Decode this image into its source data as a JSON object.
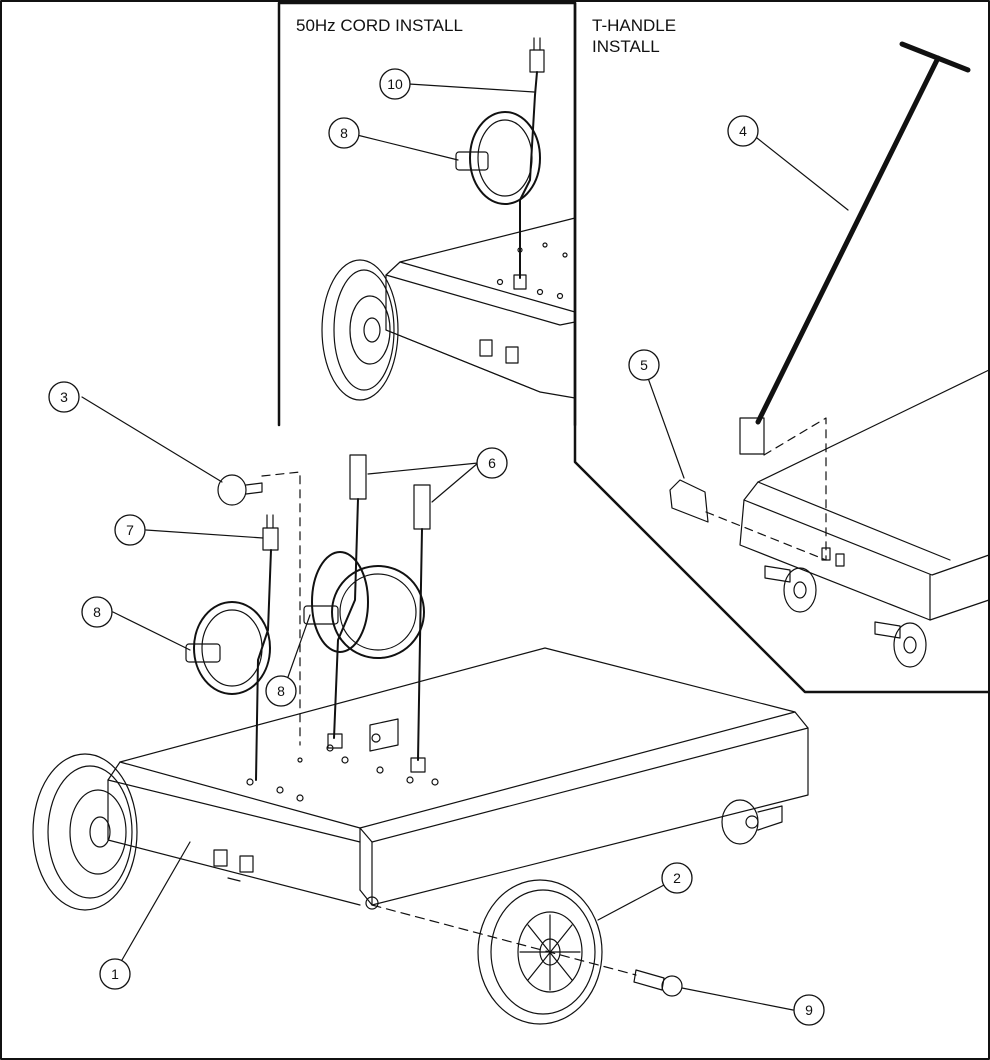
{
  "insets": {
    "cord_install": {
      "title": "50Hz CORD INSTALL"
    },
    "t_handle_install": {
      "title": "T-HANDLE\nINSTALL"
    }
  },
  "callouts": {
    "c1": "1",
    "c2": "2",
    "c3": "3",
    "c4": "4",
    "c5": "5",
    "c6": "6",
    "c7": "7",
    "c8a": "8",
    "c8b": "8",
    "c8c": "8",
    "c9": "9",
    "c10": "10"
  },
  "colors": {
    "line": "#111111",
    "background": "#ffffff"
  }
}
